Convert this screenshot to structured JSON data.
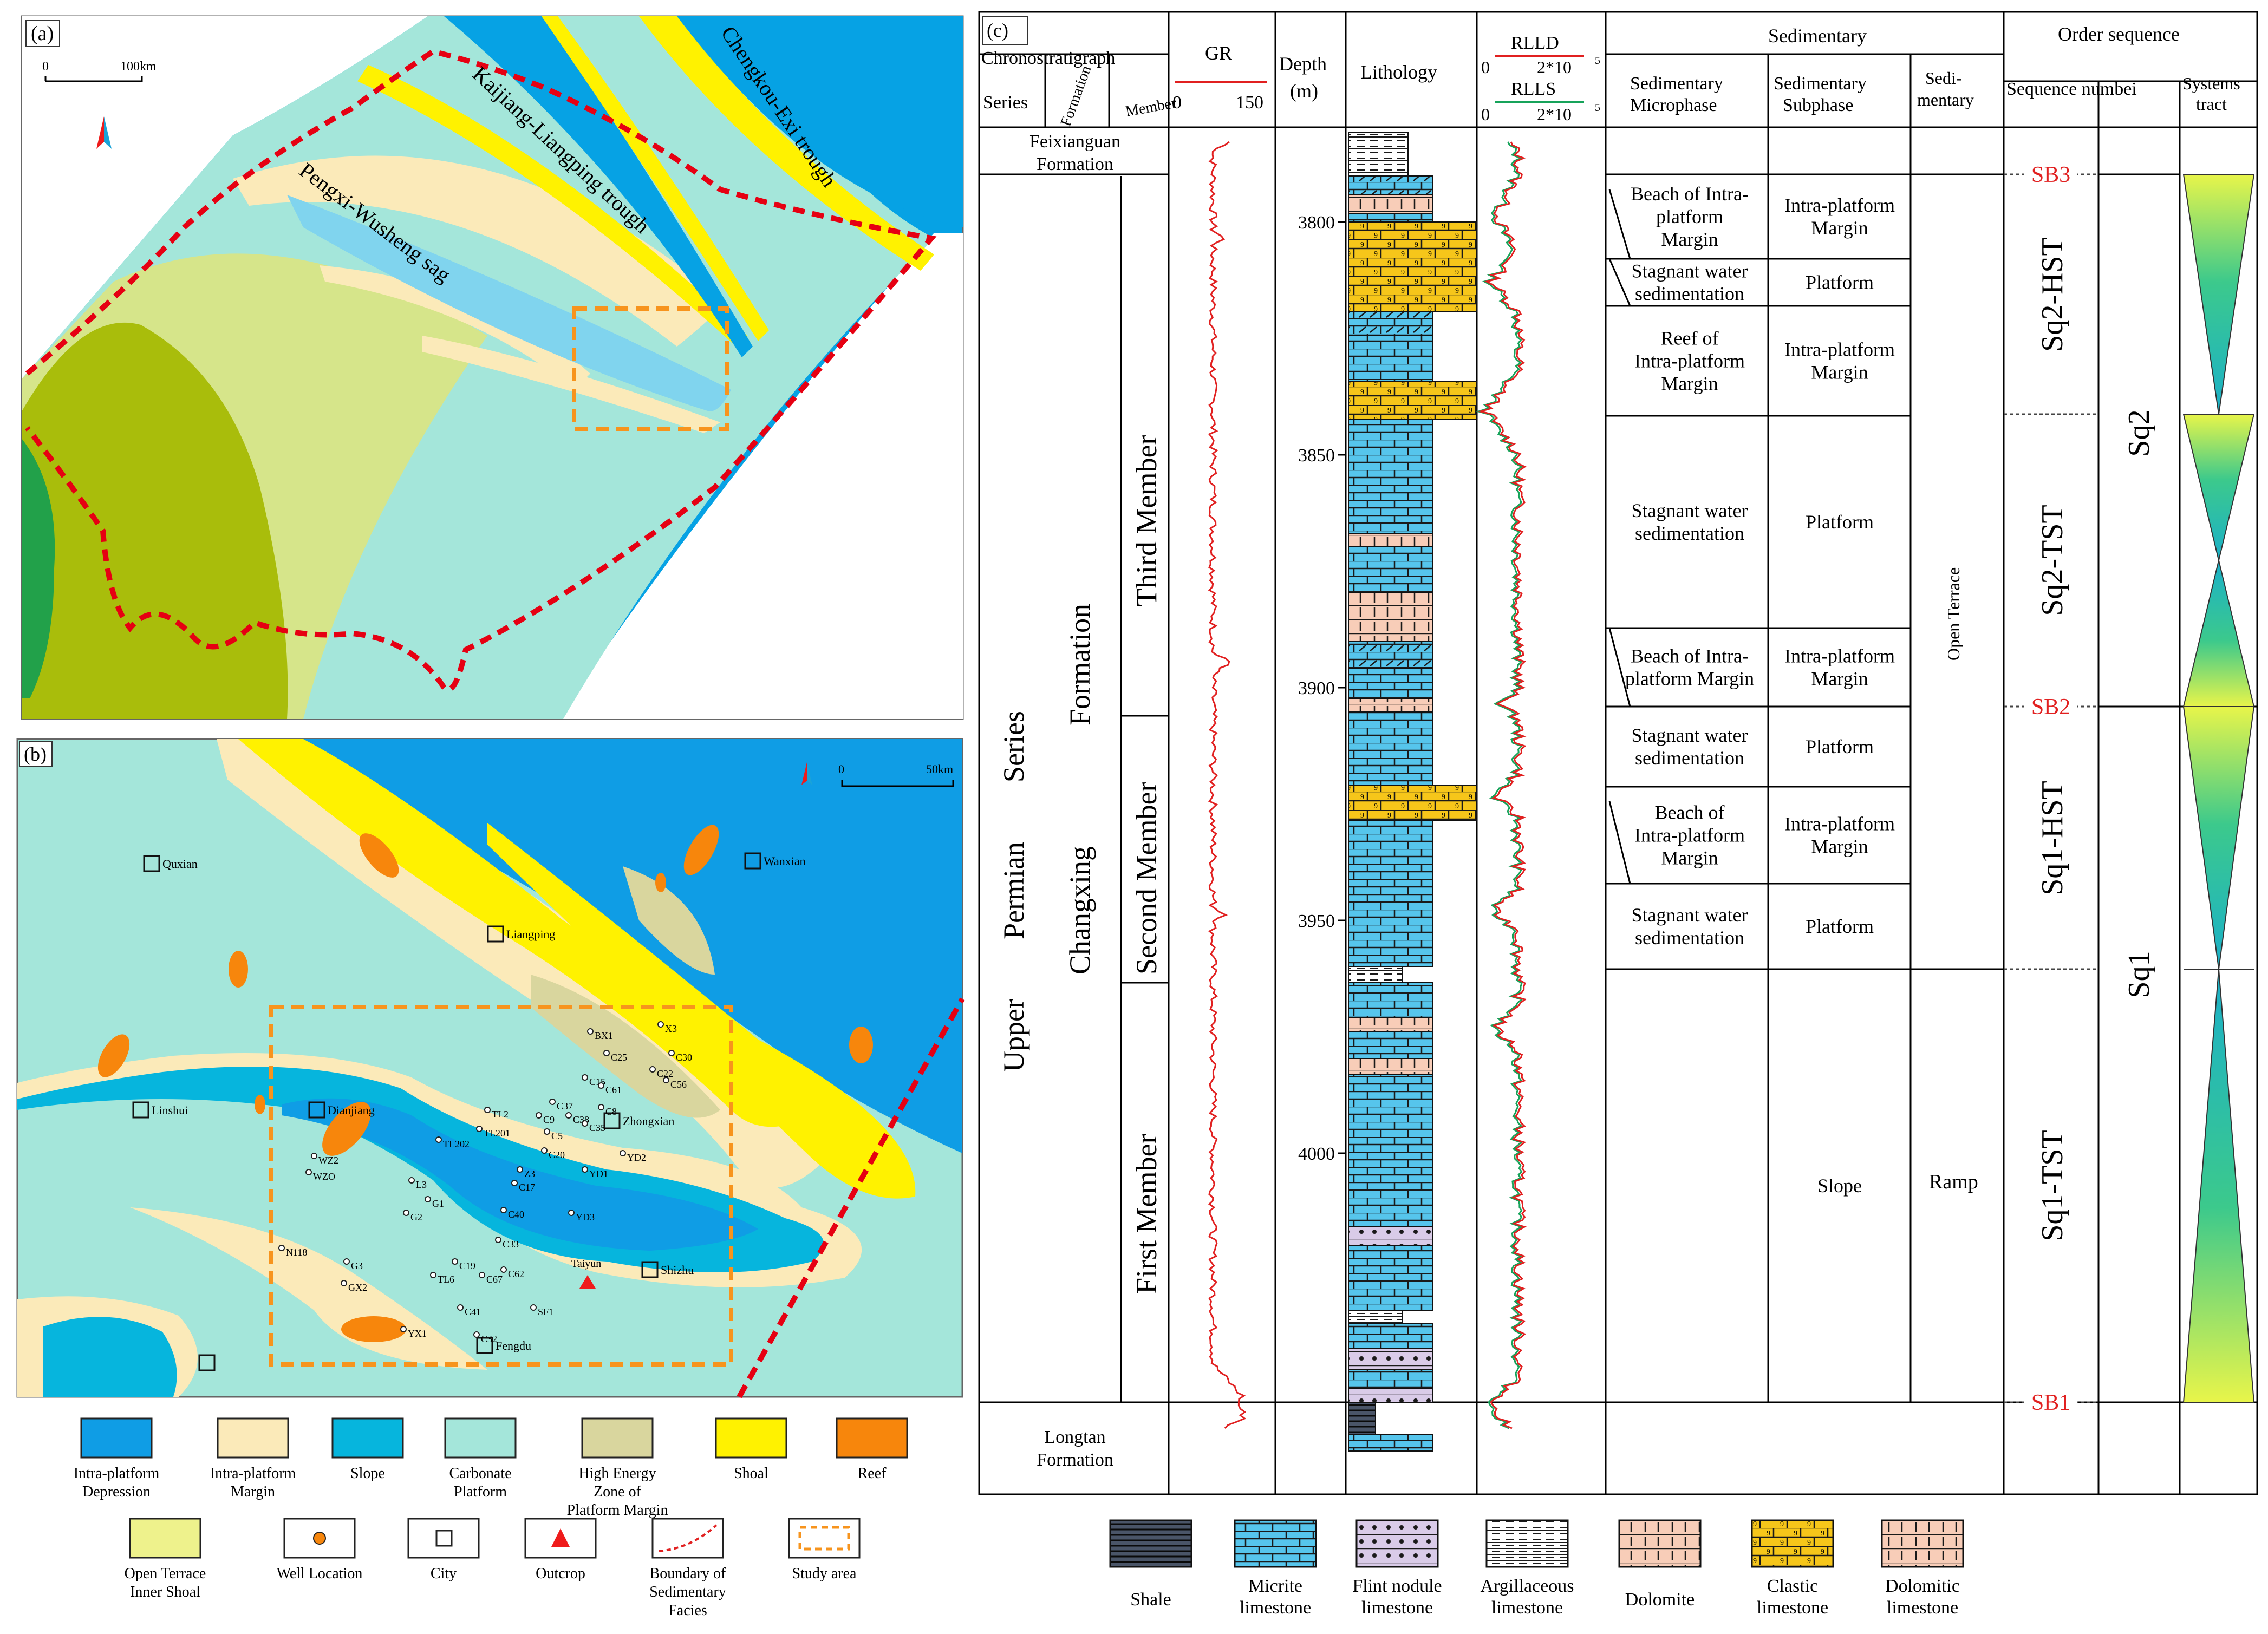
{
  "panel_a": {
    "label": "(a)",
    "scale_zero": "0",
    "scale_label": "100km",
    "labels": {
      "chengkou": "Chengkou-Exi trough",
      "kaijiang": "Kaijiang-Liangping trough",
      "pengxi": "Pengxi-Wusheng sag"
    }
  },
  "panel_b": {
    "label": "(b)",
    "scale_zero": "0",
    "scale_label": "50km",
    "cities": [
      {
        "name": "Quxian"
      },
      {
        "name": "Wanxian"
      },
      {
        "name": "Liangping"
      },
      {
        "name": "Linshui"
      },
      {
        "name": "Dianjiang"
      },
      {
        "name": "Zhongxian"
      },
      {
        "name": "Shizhu"
      },
      {
        "name": "Fengdu"
      },
      {
        "name": ""
      }
    ],
    "outcrop": "Taiyun",
    "wells": [
      "BX1",
      "X3",
      "C25",
      "C30",
      "C22",
      "C56",
      "C15",
      "C61",
      "C37",
      "C8",
      "TL2",
      "C9",
      "C38",
      "C35",
      "TL201",
      "C5",
      "TL202",
      "C20",
      "YD2",
      "WZ2",
      "Z3",
      "YD1",
      "L3",
      "WZO",
      "C17",
      "G1",
      "C40",
      "YD3",
      "G2",
      "C33",
      "N118",
      "C19",
      "C62",
      "G3",
      "TL6",
      "C67",
      "GX2",
      "C41",
      "SF1",
      "YX1",
      "C32"
    ],
    "legend": [
      {
        "label": "Intra-platform Depression",
        "color": "#0f9de5"
      },
      {
        "label": "Intra-platform Margin",
        "color": "#fbeab9"
      },
      {
        "label": "Slope",
        "color": "#06b5dd"
      },
      {
        "label": "Carbonate Platform",
        "color": "#a4e6da"
      },
      {
        "label": "High Energy Zone of Platform Margin",
        "color": "#d9d69e"
      },
      {
        "label": "Shoal",
        "color": "#fff200"
      },
      {
        "label": "Reef",
        "color": "#f7860c"
      },
      {
        "label": "Open Terrace Inner Shoal",
        "color": "#eef28c"
      },
      {
        "label": "Well Location",
        "color": "#f7860c"
      },
      {
        "label": "City",
        "color": "#ffffff"
      },
      {
        "label": "Outcrop",
        "color": "#ef1b1b"
      },
      {
        "label": "Boundary of Sedimentary Facies",
        "color": "#e12020"
      },
      {
        "label": "Study area",
        "color": "#f7941d"
      }
    ]
  },
  "panel_c": {
    "label": "(c)",
    "headers": {
      "chrono": "Chronostratigraph",
      "series": "Series",
      "formation": "Formation",
      "member": "Member",
      "gr": "GR",
      "gr_min": "0",
      "gr_max": "150",
      "depth": "Depth",
      "depth_unit": "(m)",
      "lithology": "Lithology",
      "rlld": "RLLD",
      "rlls": "RLLS",
      "res_min": "0",
      "res_max": "2*10",
      "res_exp": "5",
      "sedimentary": "Sedimentary",
      "microphase": "Sedimentary Microphase",
      "subphase": "Sedimentary Subphase",
      "sedimentary_col": "Sedi- mentary",
      "order_sequence": "Order sequence",
      "sequence_number": "Sequence numbei",
      "systems_tract": "Systems tract"
    },
    "feixianguan": "Feixianguan Formation",
    "longtan": "Longtan Formation",
    "series_upper": "Upper",
    "series_permian": "Permian",
    "series_series": "Series",
    "formation_name": "Changxing",
    "formation_word": "Formation",
    "members": [
      "Third Member",
      "Second Member",
      "First Member"
    ],
    "depth_ticks": [
      "3800",
      "3850",
      "3900",
      "3950",
      "4000"
    ],
    "microphases": [
      "Beach of Intra-platform Margin",
      "Stagnant water sedimentation",
      "Reef of Intra-platform Margin",
      "Stagnant water sedimentation",
      "Beach of Intra-platform Margin",
      "Stagnant water sedimentation",
      "Beach of Intra-platform Margin",
      "Stagnant water sedimentation"
    ],
    "subphases": [
      "Intra-platform Margin",
      "Platform",
      "Intra-platform Margin",
      "Platform",
      "Intra-platform Margin",
      "Platform",
      "Intra-platform Margin",
      "Platform",
      "Slope"
    ],
    "facies": [
      "Open Terrace",
      "Ramp"
    ],
    "systems_tracts": [
      "Sq2-HST",
      "Sq2-TST",
      "Sq1-HST",
      "Sq1-TST"
    ],
    "sequences": [
      "Sq2",
      "Sq1"
    ],
    "boundaries": [
      "SB3",
      "SB2",
      "SB1"
    ],
    "lith_legend": [
      "Shale",
      "Micrite limestone",
      "Flint nodule limestone",
      "Argillaceous limestone",
      "Dolomite",
      "Clastic limestone",
      "Dolomitic limestone"
    ]
  }
}
